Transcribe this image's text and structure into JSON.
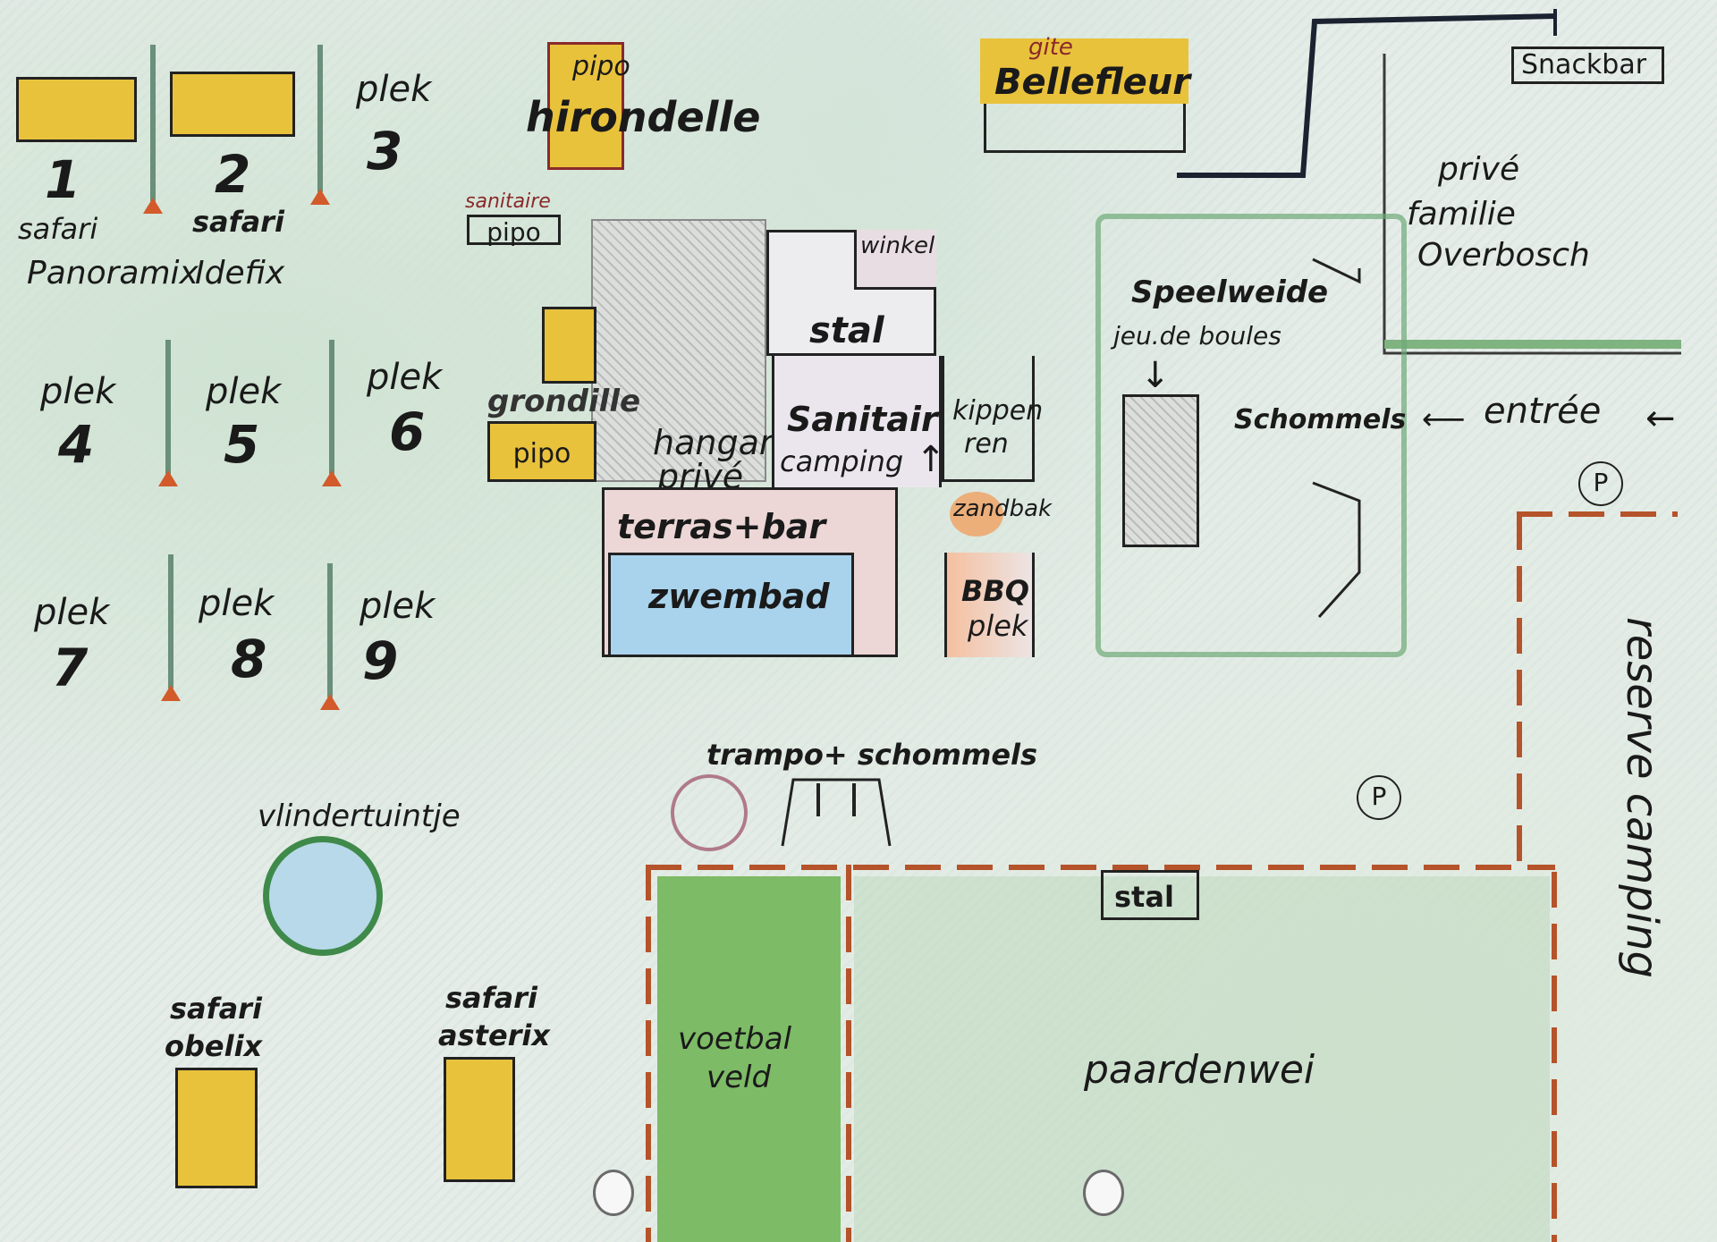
{
  "map": {
    "sites_top": [
      {
        "num": "1",
        "type": "safari",
        "name": "Panoramix"
      },
      {
        "num": "2",
        "type": "safari",
        "name": "Idefix"
      }
    ],
    "plek_label": "plek",
    "plek_numbers": [
      "3",
      "4",
      "5",
      "6",
      "7",
      "8",
      "9"
    ],
    "hirondelle": {
      "top": "pipo",
      "name": "hirondelle"
    },
    "sanitaire_pipo": {
      "top": "sanitaire",
      "name": "pipo"
    },
    "gite": {
      "top": "gite",
      "name": "Bellefleur"
    },
    "snackbar": "Snackbar",
    "private_home": [
      "privé",
      "familie",
      "Overbosch"
    ],
    "winkel": "winkel",
    "stal_top": "stal",
    "grondille": "grondille",
    "pipo_lower": "pipo",
    "hangar": [
      "hangar",
      "privé"
    ],
    "sanitair": {
      "line1": "Sanitair",
      "line2": "camping"
    },
    "kippenren": [
      "kippen",
      "ren"
    ],
    "zandbak": "zandbak",
    "bbq": [
      "BBQ",
      "plek"
    ],
    "terras": "terras+bar",
    "zwembad": "zwembad",
    "speelweide": "Speelweide",
    "jeu_de_boules": "jeu.de boules",
    "schommels": "Schommels",
    "entree": "entrée",
    "parking": "P",
    "reserve": "reserve camping",
    "trampo": "trampo+ schommels",
    "vlindertuintje": "vlindertuintje",
    "voetbalveld": [
      "voetbal",
      "veld"
    ],
    "stal_field": "stal",
    "paardenwei": "paardenwei",
    "safari_obelix": [
      "safari",
      "obelix"
    ],
    "safari_asterix": [
      "safari",
      "asterix"
    ]
  },
  "colors": {
    "yellow": "#e9c23c",
    "fence": "#b5532a",
    "grass": "#7fb37f",
    "water": "#a9d3ec",
    "orange": "#f0a060"
  }
}
